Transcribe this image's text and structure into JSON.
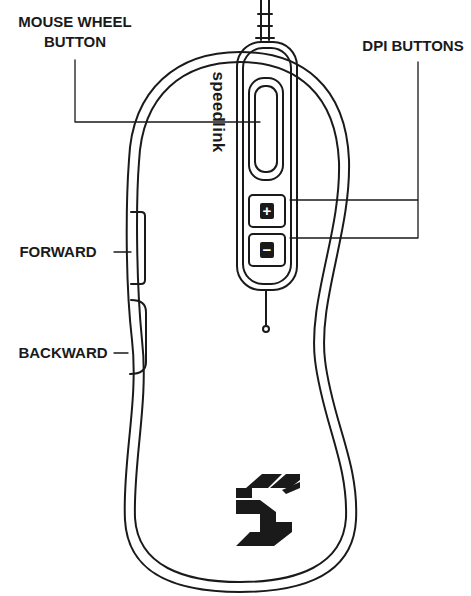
{
  "diagram": {
    "nodes": [
      {
        "text": [
          "+"
        ]
      },
      {
        "text": [
          "−"
        ]
      }
    ],
    "labels": [
      "MOUSE WHEEL BUTTON",
      "DPI BUTTONS",
      "FORWARD",
      "BACKWARD",
      "speedlink"
    ]
  }
}
